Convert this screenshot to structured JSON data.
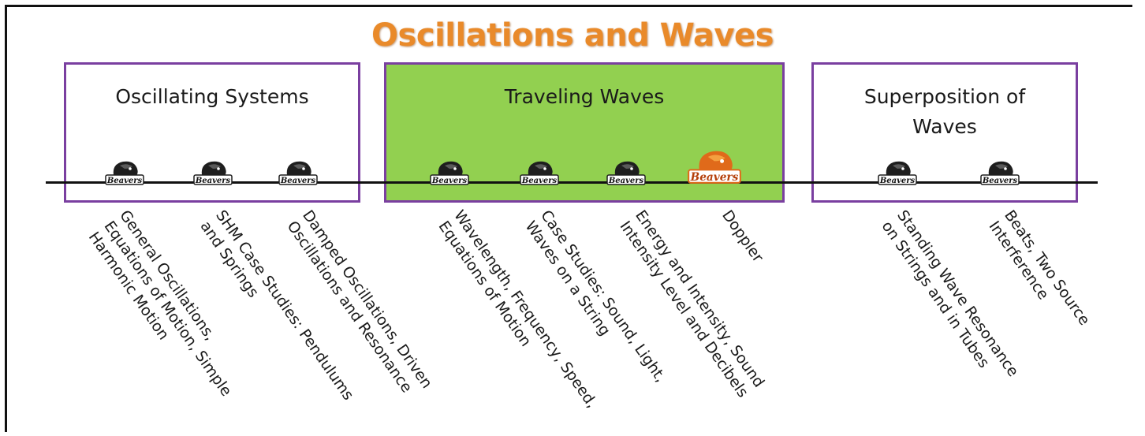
{
  "title": "Oscillations and Waves",
  "sections": [
    {
      "title": "Oscillating Systems"
    },
    {
      "title": "Traveling Waves"
    },
    {
      "title": "Superposition of Waves"
    }
  ],
  "colors": {
    "title": "#e98a2a",
    "section_border": "#7a3fa0",
    "active_section_fill": "#92d050",
    "timeline": "#111111",
    "highlight_marker": "#e06a1a"
  },
  "marker_label": "Beavers",
  "marker_icon": "beaver-logo-icon",
  "topics": [
    {
      "lines": [
        "General Oscillations,",
        "Equations of Motion, Simple",
        "Harmonic Motion"
      ],
      "highlighted": false
    },
    {
      "lines": [
        "SHM Case Studies: Pendulums",
        "and Springs"
      ],
      "highlighted": false
    },
    {
      "lines": [
        "Damped Oscillations, Driven",
        "Oscillations and Resonance"
      ],
      "highlighted": false
    },
    {
      "lines": [
        "Wavelength, Frequency, Speed,",
        "Equations of Motion"
      ],
      "highlighted": false
    },
    {
      "lines": [
        "Case Studies: Sound, Light,",
        "Waves on a String"
      ],
      "highlighted": false
    },
    {
      "lines": [
        "Energy and Intensity, Sound",
        "Intensity Level and Decibels"
      ],
      "highlighted": false
    },
    {
      "lines": [
        "Doppler"
      ],
      "highlighted": true
    },
    {
      "lines": [
        "Standing Wave Resonance",
        "on Strings and in Tubes"
      ],
      "highlighted": false
    },
    {
      "lines": [
        "Beats, Two Source",
        "Interference"
      ],
      "highlighted": false
    }
  ]
}
